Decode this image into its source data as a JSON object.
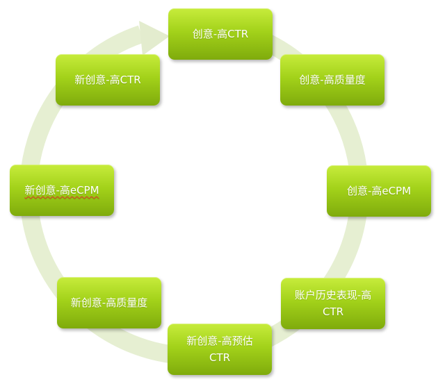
{
  "cycle": {
    "nodes": [
      {
        "lines": [
          "创意-高CTR"
        ]
      },
      {
        "lines": [
          "创意-高质量度"
        ]
      },
      {
        "lines": [
          "创意-高eCPM"
        ]
      },
      {
        "lines": [
          "账户历史表现-高",
          "CTR"
        ]
      },
      {
        "lines": [
          "新创意-高预估",
          "CTR"
        ]
      },
      {
        "lines": [
          "新创意-高质量度"
        ]
      },
      {
        "lines": [
          "新创意-高eCPM"
        ]
      },
      {
        "lines": [
          "新创意-高CTR"
        ]
      }
    ],
    "colors": {
      "node_top": "#c7ec3c",
      "node_bottom": "#7fab0c",
      "ring": "#e6efd2",
      "text": "#ffffff"
    }
  }
}
